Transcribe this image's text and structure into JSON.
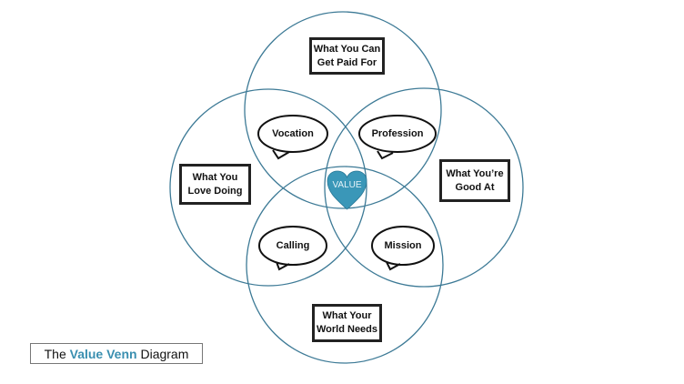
{
  "circles": {
    "top": "What You Can\nGet Paid For",
    "left": "What You\nLove Doing",
    "right": "What You’re\nGood At",
    "bottom": "What Your\nWorld Needs"
  },
  "intersections": {
    "vocation": "Vocation",
    "profession": "Profession",
    "calling": "Calling",
    "mission": "Mission"
  },
  "center": "VALUE",
  "title": {
    "prefix": "The ",
    "accent": "Value Venn",
    "suffix": " Diagram"
  },
  "colors": {
    "circle_stroke": "#3d7a96",
    "heart": "#3a97b8",
    "accent": "#3a8fb0"
  }
}
